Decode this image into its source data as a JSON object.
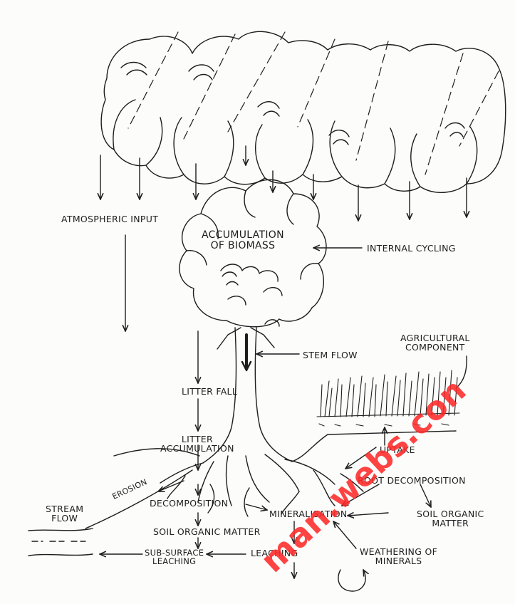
{
  "diagram": {
    "labels": {
      "atmospheric_input": "ATMOSPHERIC INPUT",
      "accumulation_biomass": "ACCUMULATION\nOF BIOMASS",
      "internal_cycling": "INTERNAL CYCLING",
      "agricultural_component": "AGRICULTURAL\nCOMPONENT",
      "stem_flow": "STEM FLOW",
      "litter_fall": "LITTER FALL",
      "litter_accumulation": "LITTER\nACCUMULATION",
      "uptake": "UPTAKE",
      "root_decomposition": "ROOT DECOMPOSITION",
      "erosion": "EROSION",
      "stream_flow": "STREAM\nFLOW",
      "decomposition": "DECOMPOSITION",
      "mineralisation": "MINERALISATION",
      "soil_organic_matter_right": "SOIL ORGANIC\nMATTER",
      "soil_organic_matter": "SOIL ORGANIC MATTER",
      "sub_surface_leaching": "SUB-SURFACE\nLEACHING",
      "leaching": "LEACHING",
      "weathering": "WEATHERING OF\nMINERALS"
    },
    "watermark": "man.webs.con",
    "colors": {
      "ink": "#1d1d1d",
      "watermark": "#ff2a2a",
      "paper": "#fcfcfb"
    }
  }
}
